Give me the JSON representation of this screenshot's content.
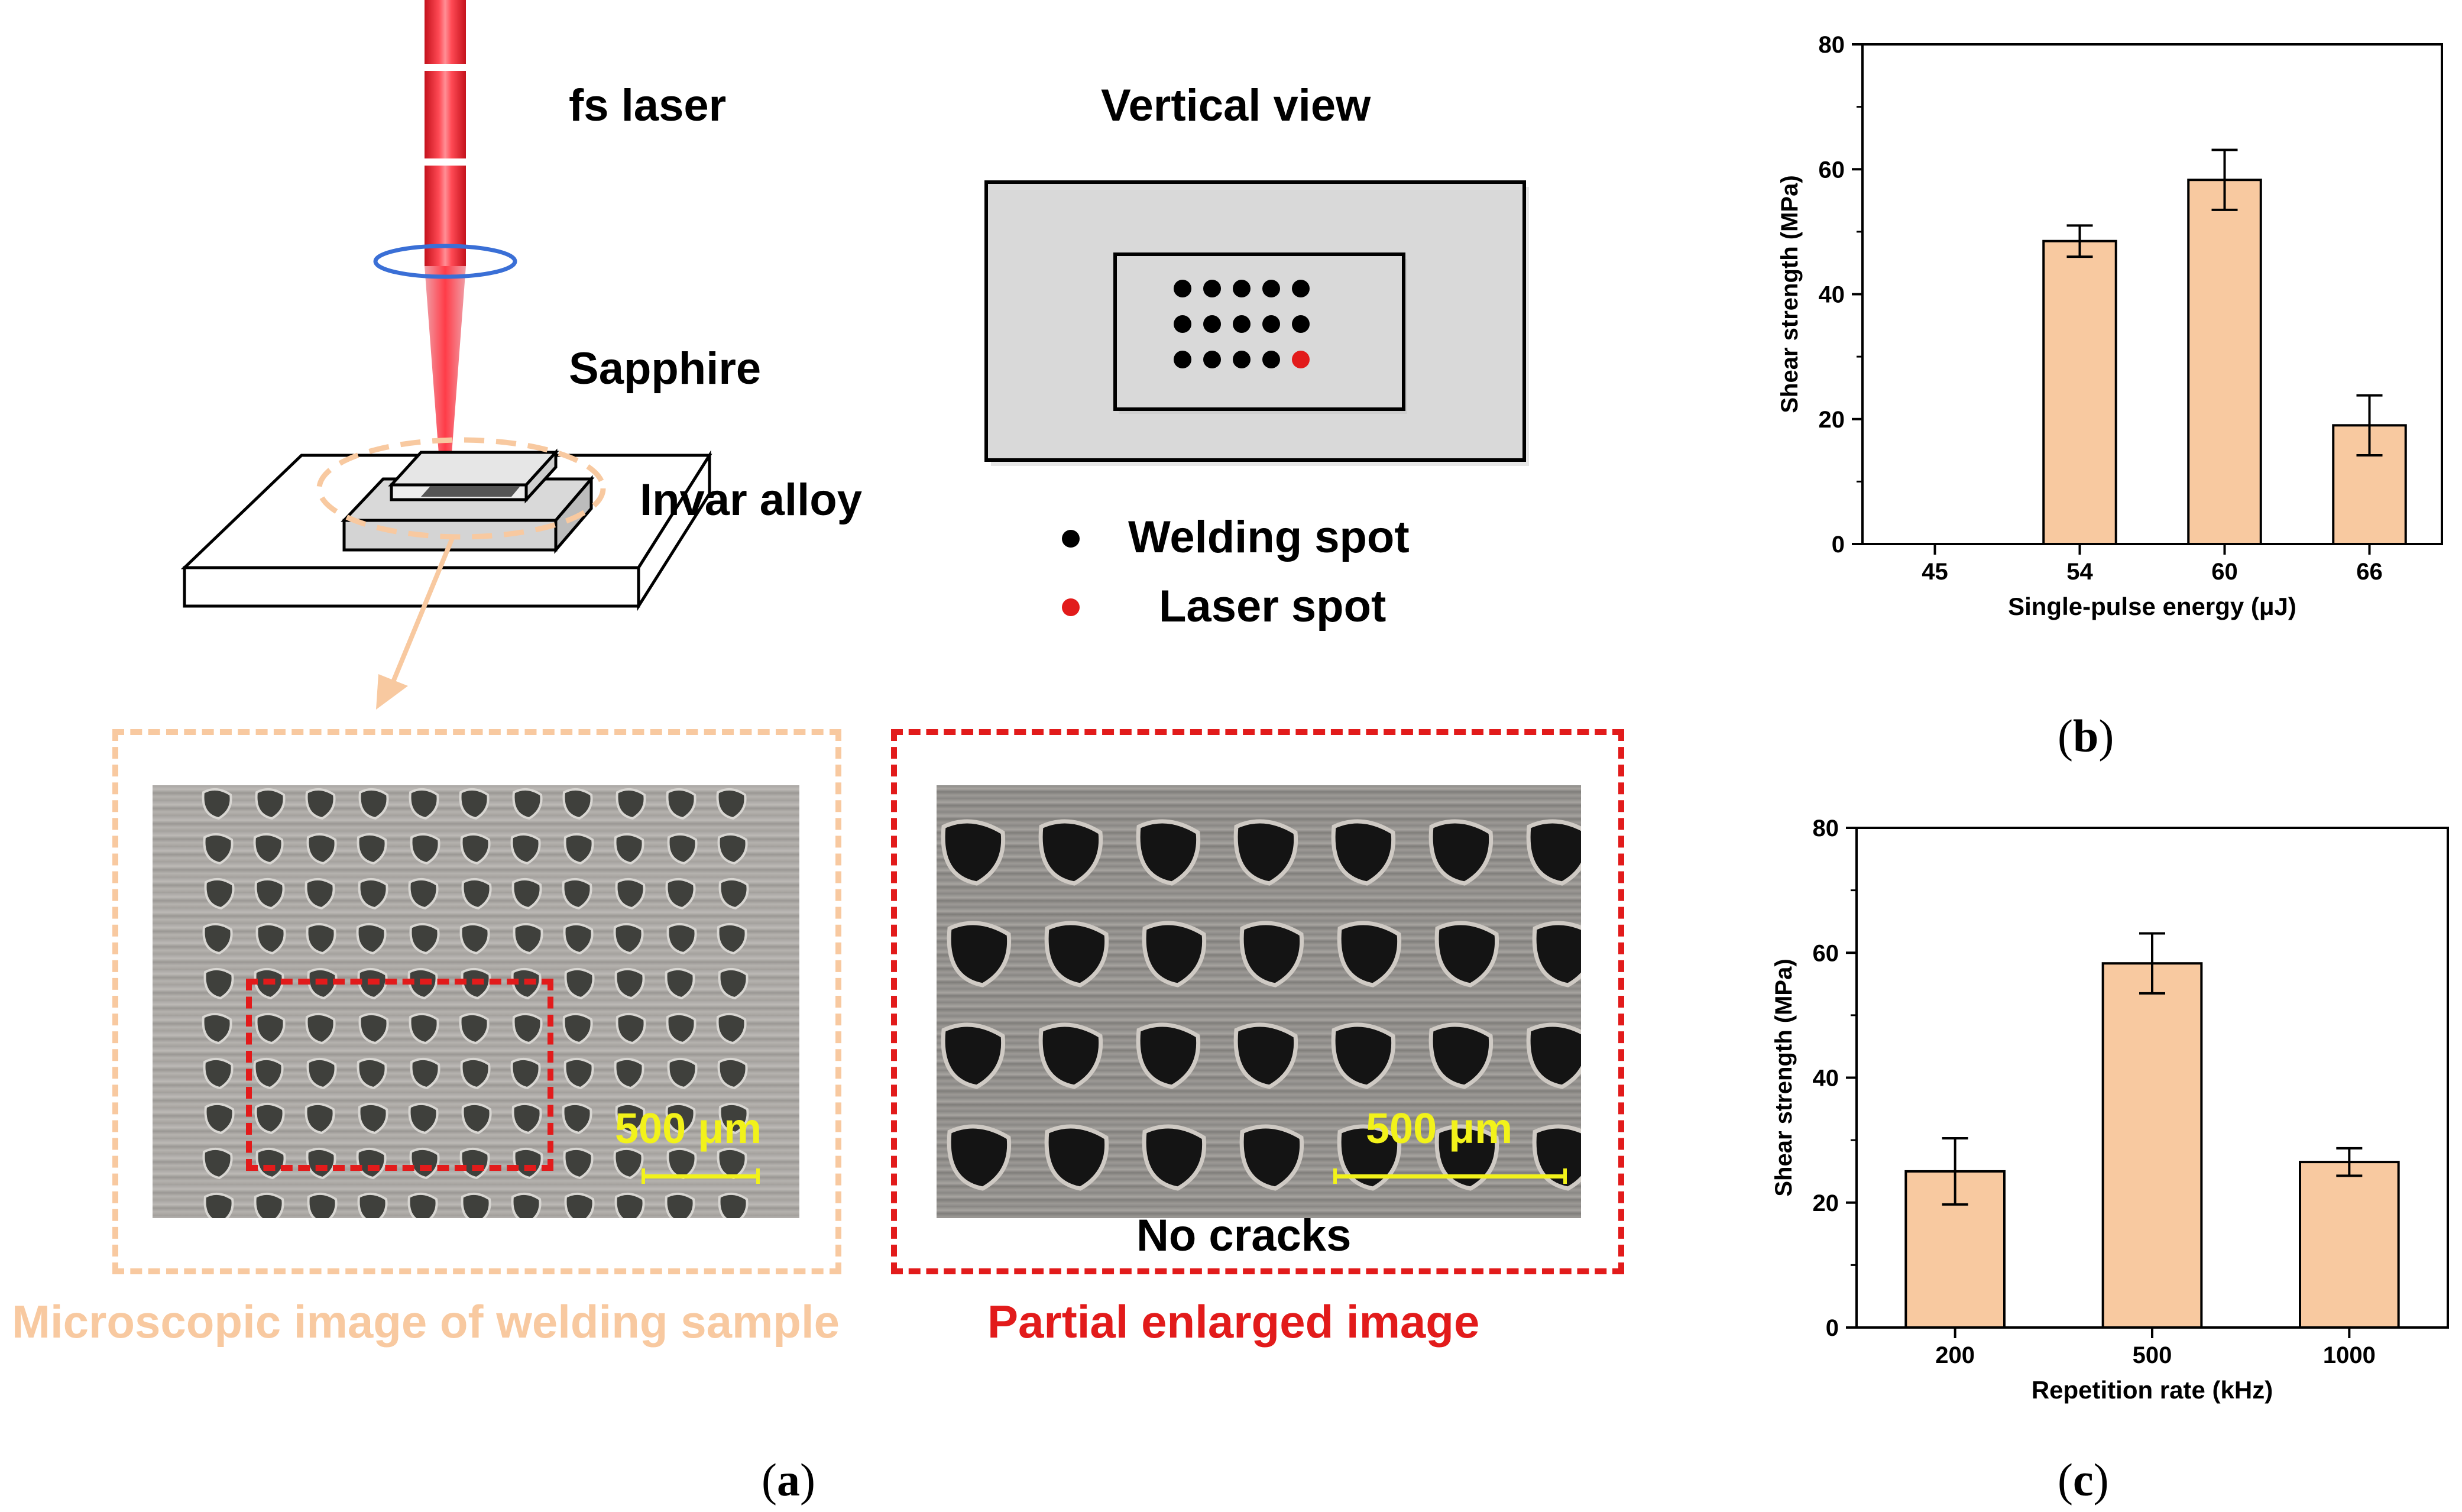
{
  "diagram": {
    "laser_label": "fs laser",
    "sapphire_label": "Sapphire",
    "invar_label": "Invar alloy",
    "vertical_view_label": "Vertical view",
    "legend_welding": "Welding spot",
    "legend_laser": "Laser spot",
    "scale_bar_label_1": "500 μm",
    "scale_bar_label_2": "500 μm",
    "no_cracks_label": "No cracks",
    "caption_micro": "Microscopic image of welding sample",
    "caption_partial": "Partial enlarged image",
    "panel_a": "a",
    "panel_b": "b",
    "panel_c": "c",
    "colors": {
      "laser_red": "#e8202a",
      "peach": "#f8c9a0",
      "dashed_red": "#e21b1b",
      "scale_yellow": "#f2f21a",
      "welding_dot": "#000000",
      "laser_dot": "#e21b1b"
    }
  },
  "chart_data": [
    {
      "type": "bar",
      "categories": [
        "45",
        "54",
        "60",
        "66"
      ],
      "values": [
        0,
        48.5,
        58.3,
        19.0
      ],
      "errors": [
        0,
        2.5,
        4.8,
        4.8
      ],
      "xlabel": "Single-pulse energy (μJ)",
      "ylabel": "Shear strength (MPa)",
      "ylim": [
        0,
        80
      ],
      "yticks": [
        0,
        20,
        40,
        60,
        80
      ],
      "bar_color": "#f8c9a0",
      "grid": false
    },
    {
      "type": "bar",
      "categories": [
        "200",
        "500",
        "1000"
      ],
      "values": [
        25.0,
        58.3,
        26.5
      ],
      "errors": [
        5.3,
        4.8,
        2.2
      ],
      "xlabel": "Repetition rate (kHz)",
      "ylabel": "Shear strength (MPa)",
      "ylim": [
        0,
        80
      ],
      "yticks": [
        0,
        20,
        40,
        60,
        80
      ],
      "bar_color": "#f8c9a0",
      "grid": false
    }
  ]
}
